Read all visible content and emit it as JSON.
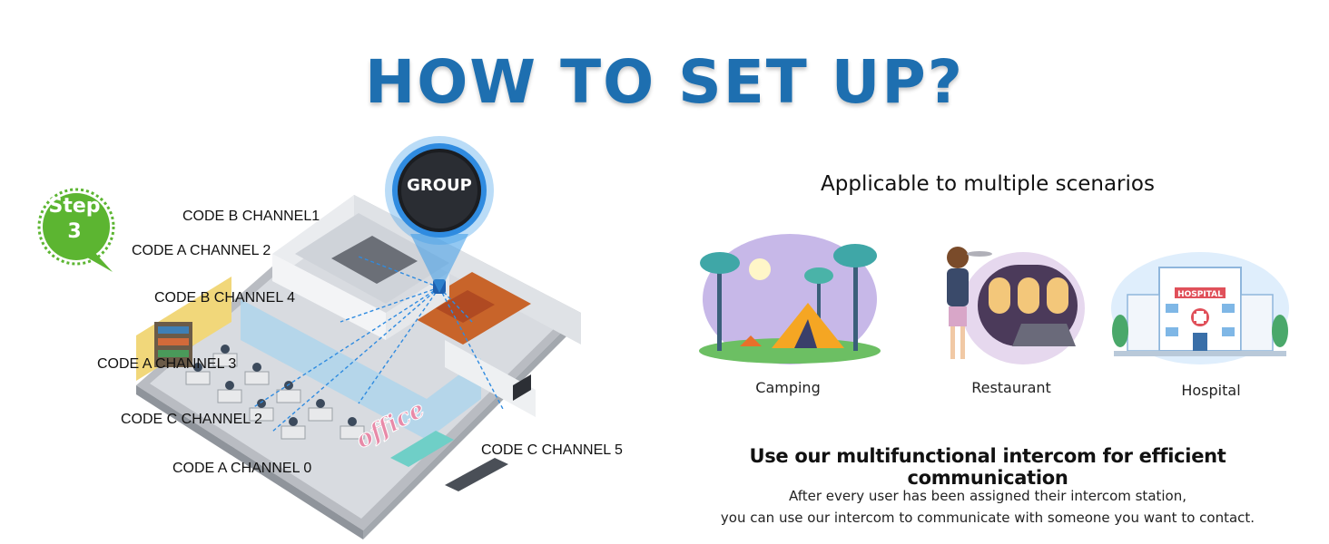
{
  "title": "HOW TO SET UP?",
  "step": {
    "word": "Step",
    "number": "3"
  },
  "group_button_label": "GROUP",
  "office_sign": "office",
  "channel_labels": [
    "CODE B CHANNEL1",
    "CODE A CHANNEL 2",
    "CODE B CHANNEL 4",
    "CODE A CHANNEL 3",
    "CODE C CHANNEL 2",
    "CODE A CHANNEL 0",
    "CODE C CHANNEL 5"
  ],
  "scenarios": {
    "heading": "Applicable to multiple scenarios",
    "items": [
      {
        "caption": "Camping",
        "icon": "camping-illustration"
      },
      {
        "caption": "Restaurant",
        "icon": "restaurant-illustration"
      },
      {
        "caption": "Hospital",
        "icon": "hospital-illustration",
        "sign": "HOSPITAL"
      }
    ]
  },
  "bottom": {
    "heading": "Use our multifunctional intercom for efficient communication",
    "line1": "After every user has been assigned their intercom station,",
    "line2": "you can use our intercom to communicate with someone you want to contact."
  },
  "colors": {
    "title": "#1e6fb0",
    "step_badge": "#5cb531",
    "group_ring": "#3a9be8",
    "signal_line": "#2f8be0"
  }
}
